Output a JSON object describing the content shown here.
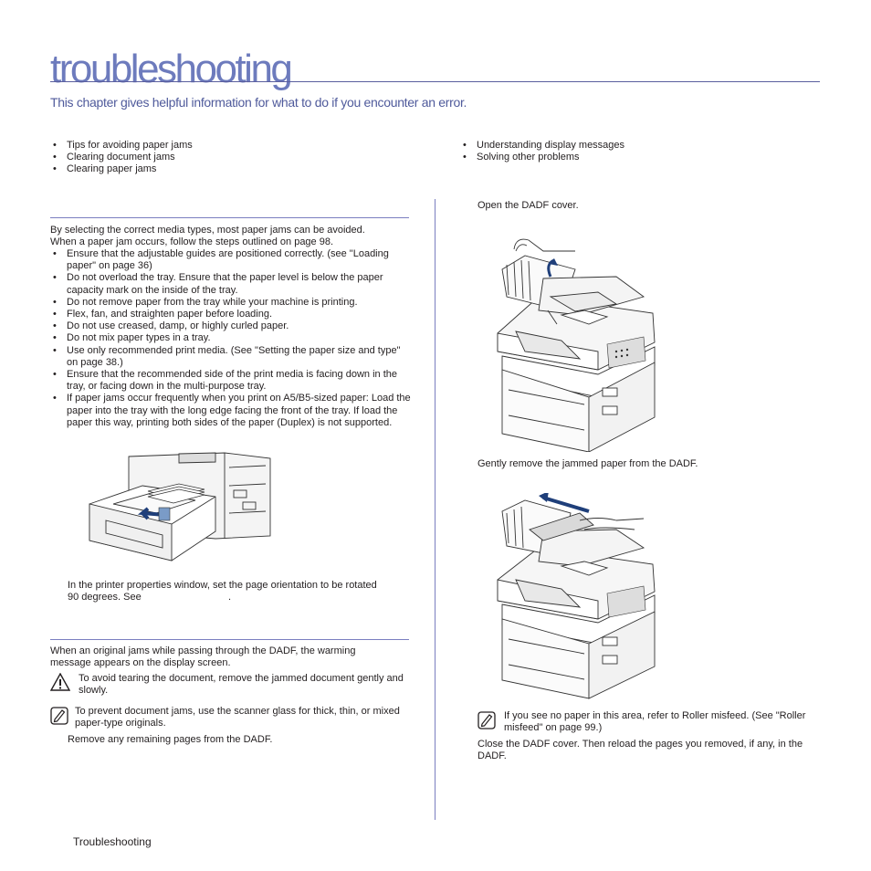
{
  "header": {
    "title": "troubleshooting",
    "intro": "This chapter gives helpful information for what to do if you encounter an error."
  },
  "toc": {
    "col1": [
      "Tips for avoiding paper jams",
      "Clearing document jams",
      "Clearing paper jams"
    ],
    "col2": [
      "Understanding display messages",
      "Solving other problems"
    ]
  },
  "left": {
    "tips_intro_1": "By selecting the correct media types, most paper jams can be avoided.",
    "tips_intro_2": "When a paper jam occurs, follow the steps outlined on page 98.",
    "tips": [
      "Ensure that the adjustable guides are positioned correctly. (see \"Loading paper\" on page 36)",
      "Do not overload the tray. Ensure that the paper level is below the paper capacity mark on the inside of the tray.",
      "Do not remove paper from the tray while your machine is printing.",
      "Flex, fan, and straighten paper before loading.",
      "Do not use creased, damp, or highly curled paper.",
      "Do not mix paper types in a tray.",
      "Use only recommended print media. (See \"Setting the paper size and type\" on page 38.)",
      "Ensure that the recommended side of the print media is facing down in the tray, or facing down in the multi-purpose tray.",
      "If paper jams occur frequently when you print on A5/B5-sized paper: Load the paper into the tray with the long edge facing the front of the tray. If load the paper this way, printing both sides of the paper (Duplex) is not supported."
    ],
    "orientation_1": "In the printer properties window, set the page orientation to be rotated",
    "orientation_2": "90 degrees. See",
    "orientation_end": ".",
    "jam_intro": "When an original jams while passing through the DADF, the warming message appears on the display screen.",
    "caution": "To avoid tearing the document, remove the jammed document gently and slowly.",
    "note": "To prevent document jams, use the scanner glass for thick, thin, or mixed paper-type originals.",
    "step1": "Remove any remaining pages from the DADF."
  },
  "right": {
    "step2": "Open the DADF cover.",
    "step3": "Gently remove the jammed paper from the DADF.",
    "note": "If you see no paper in this area, refer to Roller misfeed. (See \"Roller misfeed\" on page 99.)",
    "step4": "Close the DADF cover. Then reload the pages you removed, if any, in the DADF."
  },
  "footer": {
    "label": "Troubleshooting"
  },
  "colors": {
    "accent": "#6d7bbd",
    "rule": "#7a7ec0",
    "text": "#231f20"
  }
}
